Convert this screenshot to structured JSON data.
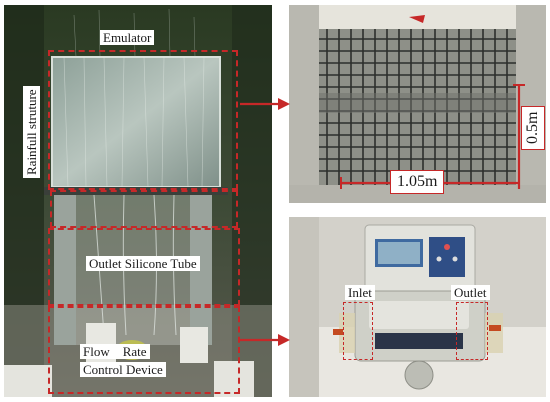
{
  "labels": {
    "emulator": "Emulator",
    "rainfall_structure": "Rainfull struture",
    "outlet_tube": "Outlet Silicone Tube",
    "flow_rate_line1": "Flow    Rate",
    "flow_rate_line2": "Control Device",
    "width_dim": "1.05m",
    "height_dim": "0.5m",
    "inlet": "Inlet",
    "outlet": "Outlet"
  },
  "colors": {
    "annotation_red": "#c62828",
    "label_background": "#ffffff"
  }
}
